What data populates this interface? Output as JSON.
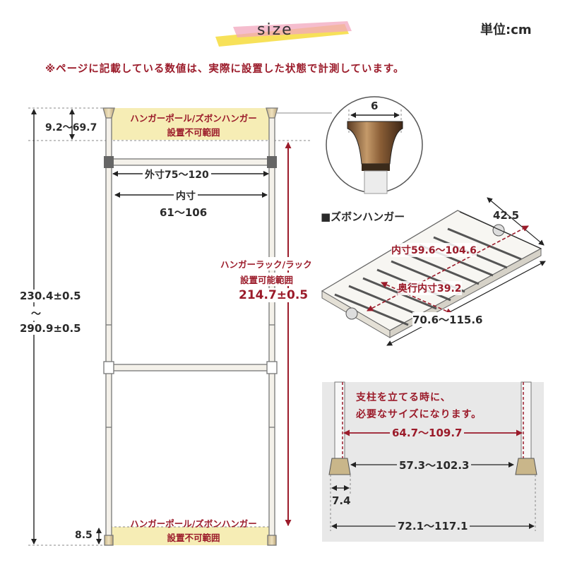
{
  "header": {
    "title": "size",
    "unit": "単位:cm",
    "note": "※ページに記載している数値は、実際に設置した状態で計測しています。"
  },
  "rack": {
    "top_zone": {
      "line1": "ハンガーポール/ズボンハンガー",
      "line2": "設置不可範囲"
    },
    "bottom_zone": {
      "line1": "ハンガーポール/ズボンハンガー",
      "line2": "設置不可範囲"
    },
    "top_gap": "9.2〜69.7",
    "bottom_gap": "8.5",
    "outer_width": "外寸75〜120",
    "inner_width_label": "内寸",
    "inner_width_value": "61〜106",
    "height_line1": "230.4±0.5",
    "height_tilde": "〜",
    "height_line2": "290.9±0.5",
    "range_line1": "ハンガーラック/ラック",
    "range_line2": "設置可能範囲",
    "range_value": "214.7±0.5"
  },
  "cap_detail": {
    "width": "6"
  },
  "trouser_hanger": {
    "title": "■ズボンハンガー",
    "depth": "42.5",
    "inner_width": "内寸59.6〜104.6",
    "inner_depth": "奥行内寸39.2",
    "width": "70.6〜115.6"
  },
  "assembly": {
    "note_line1": "支柱を立てる時に、",
    "note_line2": "必要なサイズになります。",
    "span_top": "64.7〜109.7",
    "span_inner": "57.3〜102.3",
    "foot_width": "7.4",
    "span_bottom": "72.1〜117.1"
  },
  "colors": {
    "accent_red": "#9b1b2a",
    "zone_yellow": "#f6edb5",
    "panel_gray": "#e8e8e8",
    "pole": "#f4f1ea"
  }
}
